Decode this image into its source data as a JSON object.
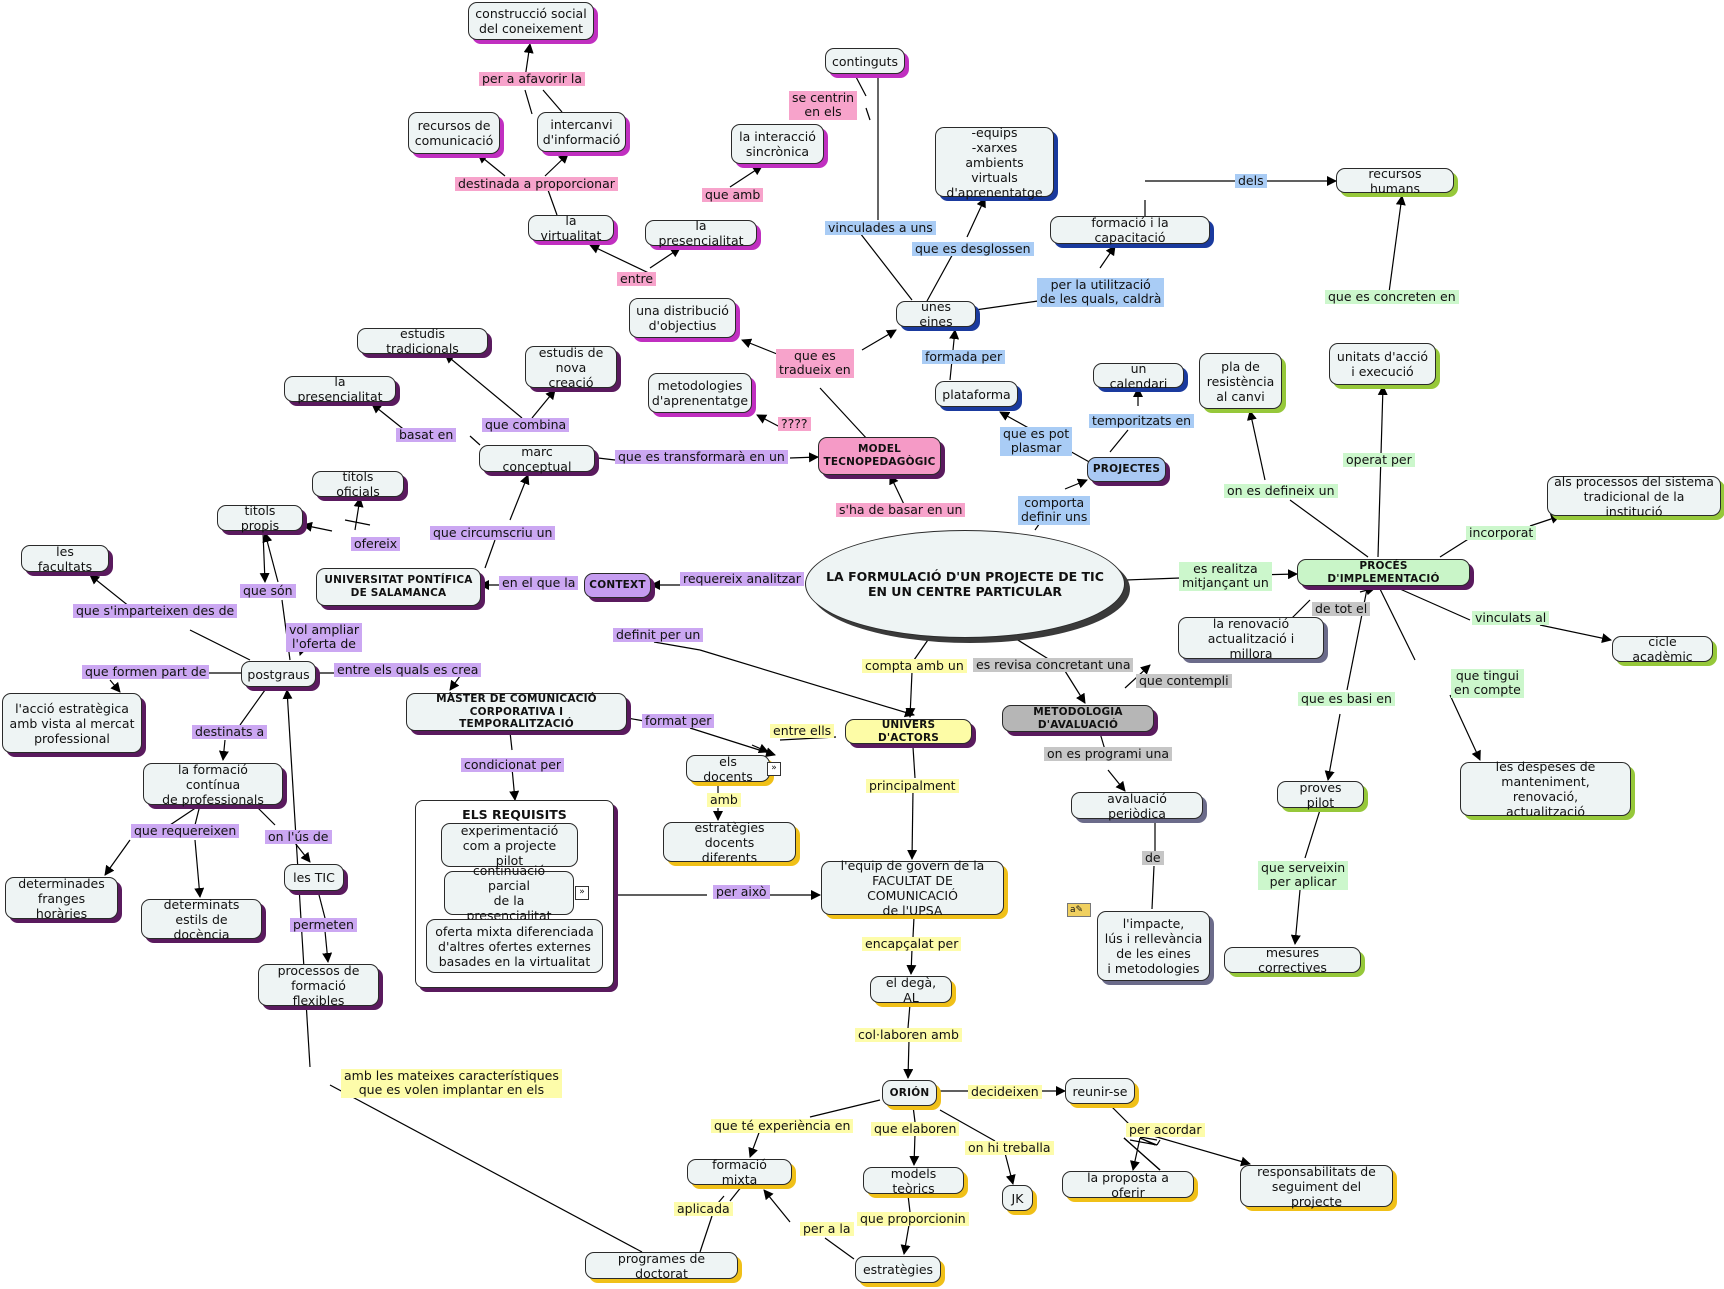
{
  "nodes": {
    "central": "LA FORMULACIÓ D'UN PROJECTE DE TIC\nEN UN CENTRE PARTICULAR",
    "model": "MODEL\nTECNOPEDAGÒGIC",
    "context": "CONTEXT",
    "univers": "UNIVERS D'ACTORS",
    "metodologia": "METODOLOGIA D'AVALUACIÓ",
    "proces": "PROCÉS D'IMPLEMENTACIÓ",
    "projectes": "PROJECTES",
    "construccio": "construcció social\ndel coneixement",
    "recursos_com": "recursos de\ncomunicació",
    "intercanvi": "intercanvi\nd'informació",
    "virtualitat": "la virtualitat",
    "continguts": "continguts",
    "interaccio": "la interacció\nsincrònica",
    "presencialitat_m": "la presencialitat",
    "distribucio": "una distribució\nd'objectius",
    "equips": "-equips\n-xarxes\nambients virtuals\nd'aprenentatge",
    "formacio_cap": "formació i la capacitació",
    "recursos_humans": "recursos humans",
    "eines": "unes eines",
    "plataforma": "plataforma",
    "metodologies": "metodologies\nd'aprenentatge",
    "estudis_trad": "estudis tradicionals",
    "estudis_nova": "estudis de\nnova creació",
    "presencialitat_c": "la presencialitat",
    "marc": "marc conceptual",
    "titols_oficials": "títols oficials",
    "titols_propis": "titols propis",
    "facultats": "les facultats",
    "upsa": "UNIVERSITAT PONTÍFICA\nDE SALAMANCA",
    "postgraus": "postgraus",
    "accio_estrategica": "l'acció estratègica\namb vista al mercat\nprofessional",
    "formacio_continua": "la formació contínua\nde professionals",
    "franges": "determinades\nfranges horàries",
    "estils": "determinats\nestils de docència",
    "tic": "les TIC",
    "processos_flex": "processos de\nformació flexibles",
    "master": "MÀSTER DE COMUNICACIÓ\nCORPORATIVA I TEMPORALITZACIÓ",
    "docents": "els docents",
    "estrategies_docents": "estratègies docents\ndiferents",
    "calendari": "un calendari",
    "pla_resistencia": "pla de\nresistència\nal canvi",
    "unitats": "unitats d'acció\ni execució",
    "processos_sistema": "als processos del sistema\ntradicional de la institució",
    "cicle": "cicle acadèmic",
    "renovacio": "la renovació\nactualització i millora",
    "proves": "proves pilot",
    "despeses": "les despeses de\nmanteniment, renovació,\nactualització",
    "avaluacio": "avaluació periòdica",
    "impacte": "l'impacte,\nlús i rellevància\nde les eines\ni metodologies",
    "mesures": "mesures correctives",
    "equip_govern": "l'equip de govern de la\nFACULTAT DE COMUNICACIÓ\nde l'UPSA",
    "dega": "el degà, AL",
    "orion": "ORIÓN",
    "reunir": "reunir-se",
    "formacio_mixta": "formació mixta",
    "models": "models teòrics",
    "jk": "JK",
    "proposta": "la proposta a oferir",
    "responsabilitats": "responsabilitats de\nseguiment del projecte",
    "programes": "programes de doctorat",
    "estrategies": "estratègies"
  },
  "requisits": {
    "title": "ELS REQUISITS",
    "items": [
      "experimentació\ncom a projecte pilot",
      "continuació parcial\nde la presencialitat",
      "oferta mixta diferenciada\nd'altres ofertes externes\nbasades en la virtualitat"
    ]
  },
  "labels": {
    "per_afavorir": "per a afavorir la",
    "destinada": "destinada a proporcionar",
    "se_centrin": "se centrin\nen els",
    "que_amb": "que amb",
    "entre": "entre",
    "vinculades": "vinculades a uns",
    "desglossen": "que es desglossen",
    "dels": "dels",
    "per_utilitzacio": "per la utilització\nde les quals, caldrà",
    "tradueix": "que es\ntradueix en",
    "formada": "formada per",
    "que_es_concreten": "que es concreten en",
    "temporitzats": "temporitzats en",
    "que_es_pot": "que es pot\nplasmar",
    "qqqq": "????",
    "que_combina": "que combina",
    "basat": "basat en",
    "transformara": "que es transformarà en un",
    "operat": "operat per",
    "comporta": "comporta\ndefinir uns",
    "sha_de_basar": "s'ha de basar en un",
    "on_es_defineix": "on es defineix un",
    "incorporat": "incorporat",
    "ofereix": "ofereix",
    "circumscriu": "que circumscriu un",
    "que_son": "que són",
    "imparteixen": "que s'imparteixen des de",
    "en_el_que": "en el que la",
    "requereix": "requereix analitzar",
    "realitza": "es realitza\nmitjançant un",
    "de_tot": "de tot el",
    "vinculats": "vinculats al",
    "vol_ampliar": "vol ampliar\nl'oferta de",
    "definit": "definit per un",
    "formen_part": "que formen part de",
    "entre_els_quals": "entre els quals es crea",
    "compta": "compta amb un",
    "es_revisa": "es revisa concretant una",
    "contempli": "que contempli",
    "tingui": "que tingui\nen compte",
    "es_basi": "que es basi en",
    "format_per": "format per",
    "entre_ells": "entre ells",
    "destinats": "destinats a",
    "condicionat": "condicionat per",
    "amb": "amb",
    "principalment": "principalment",
    "programi": "on es programi una",
    "requereixen": "que requereixen",
    "us_de": "on l'ús de",
    "per_aixo": "per això",
    "de": "de",
    "serveixin": "que serveixin\nper aplicar",
    "permeten": "permeten",
    "encapcalat": "encapçalat per",
    "col_laboren": "col·laboren amb",
    "mateixes": "amb les mateixes característiques\nque es volen implantar en els",
    "decideixen": "decideixen",
    "experiencia": "que té experiència en",
    "elaboren": "que elaboren",
    "treballa": "on hi treballa",
    "per_acordar": "per acordar",
    "aplicada": "aplicada",
    "proporcionin": "que proporcionin",
    "per_a_la": "per a la"
  },
  "icons": {
    "expand_docents": "expand-icon",
    "expand_requisit": "expand-icon",
    "note_impacte": "note-icon"
  },
  "colors": {
    "pink": "#f59ac6",
    "purple": "#c59cf0",
    "blue": "#a9c8f3",
    "green": "#c9f5c8",
    "yellow": "#fdfca6",
    "grey": "#b6b6b6"
  }
}
